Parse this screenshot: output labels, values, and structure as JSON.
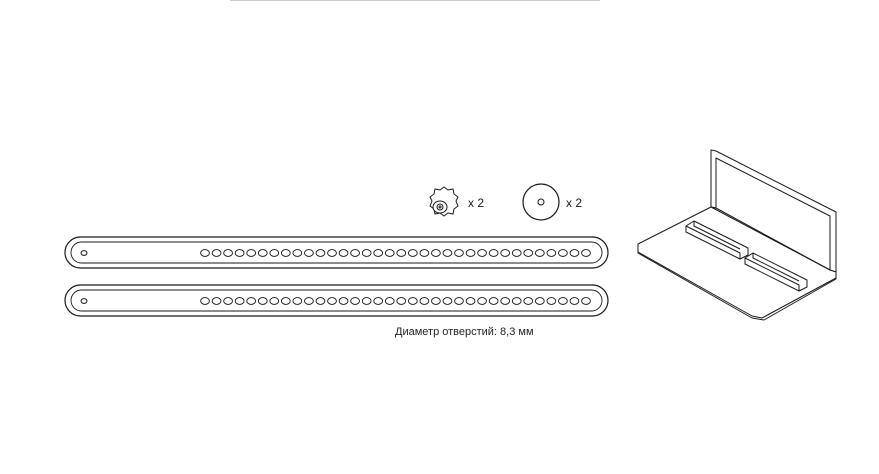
{
  "parts": {
    "knob": {
      "name": "knob",
      "quantity_label": "x 2"
    },
    "washer": {
      "name": "washer",
      "quantity_label": "x 2"
    },
    "rails": {
      "count": 2,
      "holes_per_rail": 34
    },
    "bracket": {
      "name": "bracket",
      "slot_count": 2
    }
  },
  "caption": "Диаметр отверстий: 8,3 мм",
  "colors": {
    "line": "#1a1a1a",
    "background": "#ffffff"
  }
}
